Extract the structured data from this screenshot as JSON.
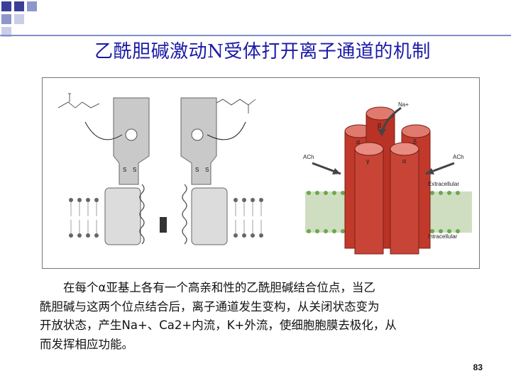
{
  "slide": {
    "title": "乙酰胆碱激动N受体打开离子通道的机制",
    "paragraph_lines": [
      "　　在每个α亚基上各有一个高亲和性的乙酰胆碱结合位点，当乙",
      "酰胆碱与这两个位点结合后，离子通道发生变构，从关闭状态变为",
      "开放状态，产生Na+、Ca2+内流，K+外流，使细胞胞膜去极化，从",
      "而发挥相应功能。"
    ],
    "page_number": "83"
  },
  "figure": {
    "left_labels": [
      "S",
      "S",
      "S",
      "S"
    ],
    "right_labels": {
      "na": "Na+",
      "ach_left": "ACh",
      "ach_right": "ACh",
      "extracellular": "Extracellular",
      "intracellular": "Intracellular",
      "beta": "β",
      "delta": "δ",
      "alpha_right": "α",
      "gamma": "γ",
      "alpha_left": "α"
    }
  },
  "colors": {
    "title": "#1a1aa8",
    "accent_bar": "#7f8fc8",
    "channel": "#c0392b",
    "membrane": "#6aa84f"
  }
}
